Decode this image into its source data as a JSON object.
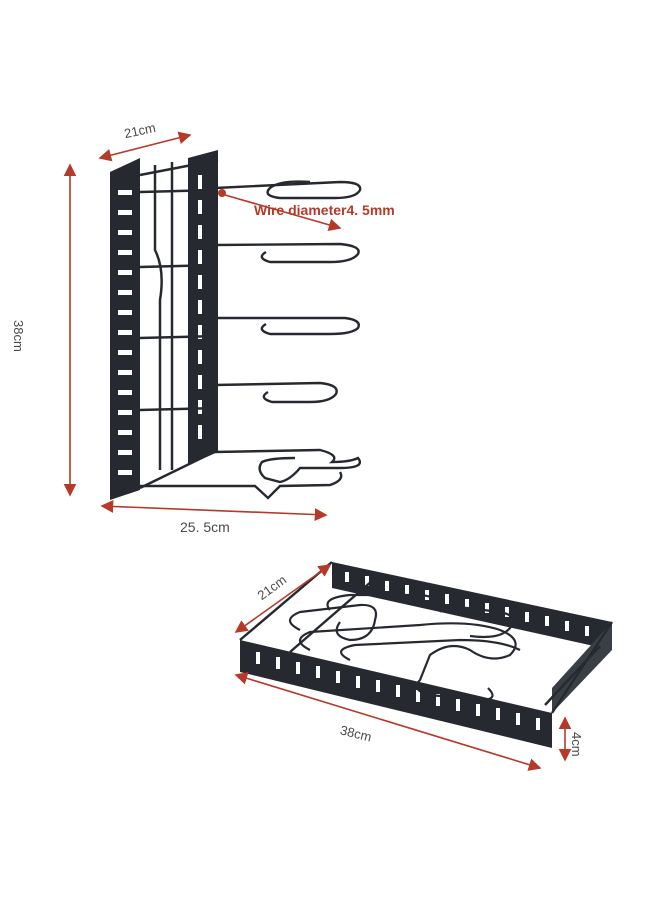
{
  "upright": {
    "width_label": "21cm",
    "height_label": "38cm",
    "depth_label": "25. 5cm",
    "wire_label": "Wire diameter4. 5mm"
  },
  "flat": {
    "width_label": "21cm",
    "length_label": "38cm",
    "height_label": "4cm"
  },
  "colors": {
    "dimension_red": "#b53a2a",
    "rack_black": "#262a30",
    "text_gray": "#4a4a4a"
  }
}
